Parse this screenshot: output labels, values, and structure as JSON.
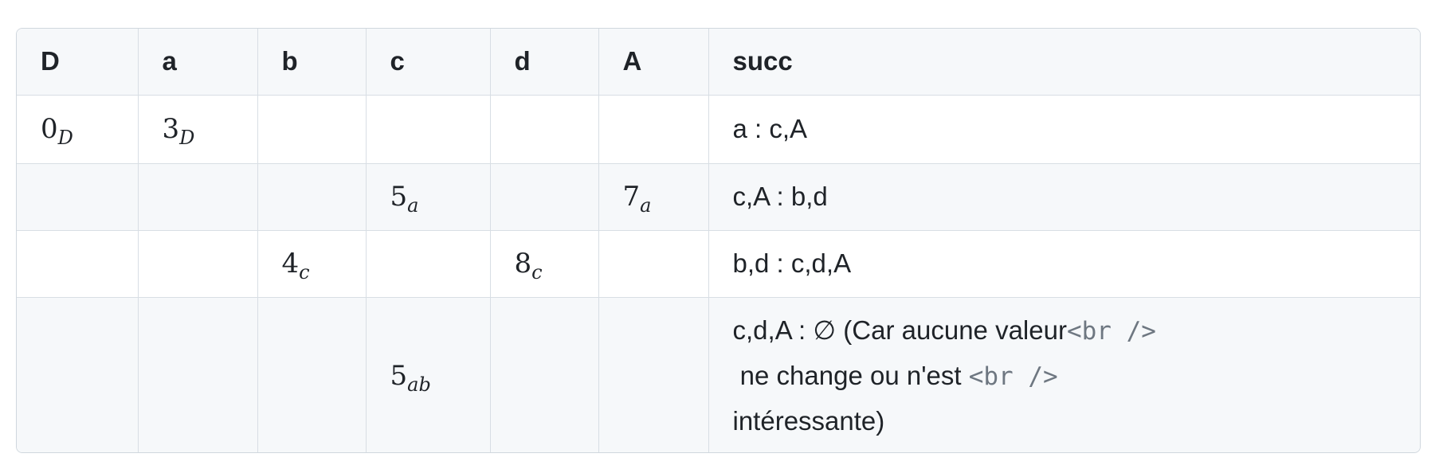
{
  "table": {
    "headers": [
      "D",
      "a",
      "b",
      "c",
      "d",
      "A",
      "succ"
    ],
    "rows": [
      {
        "D": {
          "base": "0",
          "sub": "D"
        },
        "a": {
          "base": "3",
          "sub": "D"
        },
        "succ": "a : c,A"
      },
      {
        "c": {
          "base": "5",
          "sub": "a"
        },
        "A": {
          "base": "7",
          "sub": "a"
        },
        "succ": "c,A : b,d"
      },
      {
        "b": {
          "base": "4",
          "sub": "c"
        },
        "d": {
          "base": "8",
          "sub": "c"
        },
        "succ": "b,d : c,d,A"
      },
      {
        "c": {
          "base": "5",
          "sub": "ab"
        },
        "succ_lines": {
          "line1": "c,d,A : ∅ (Car aucune valeur",
          "tag1": "<br />",
          "line2": " ne change ou n'est ",
          "tag2": "<br />",
          "line3": "intéressante)"
        }
      }
    ]
  }
}
